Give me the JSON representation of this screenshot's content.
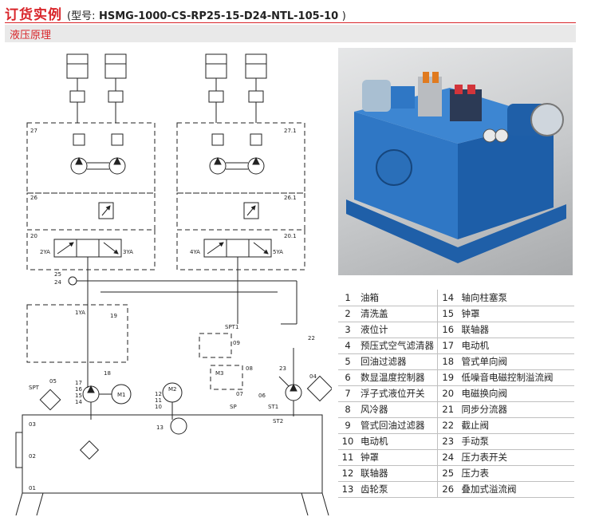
{
  "header": {
    "title": "订货实例",
    "model_prefix": "(型号:",
    "model_code": "HSMG-1000-CS-RP25-15-D24-NTL-105-10",
    "model_suffix": ")"
  },
  "section": {
    "label": "液压原理"
  },
  "diagram": {
    "labels": {
      "c1": "27",
      "c2": "27.1",
      "c3": "26",
      "c4": "26.1",
      "c5": "20",
      "c6": "20.1",
      "c7": "25",
      "c8": "24",
      "c9": "19",
      "c10": "22",
      "c11": "09",
      "c12": "08",
      "c13": "23",
      "c14": "04",
      "c15": "05",
      "c16": "17",
      "c17": "16",
      "c18": "15",
      "c19": "14",
      "c20": "18",
      "c21": "12",
      "c22": "11",
      "c23": "10",
      "c24": "13",
      "c25": "07",
      "c26": "06",
      "c27": "03",
      "c28": "02",
      "c29": "01",
      "ya1": "1YA",
      "ya2": "2YA",
      "ya3": "3YA",
      "ya4": "4YA",
      "ya5": "5YA",
      "m1": "M1",
      "m2": "M2",
      "m3": "M3",
      "spt1": "SPT1",
      "spt": "SPT",
      "sp": "SP",
      "st1": "ST1",
      "st2": "ST2"
    }
  },
  "parts": [
    {
      "no": "1",
      "name": "油箱",
      "no2": "14",
      "name2": "轴向柱塞泵"
    },
    {
      "no": "2",
      "name": "清洗盖",
      "no2": "15",
      "name2": "钟罩"
    },
    {
      "no": "3",
      "name": "液位计",
      "no2": "16",
      "name2": "联轴器"
    },
    {
      "no": "4",
      "name": "预压式空气滤清器",
      "no2": "17",
      "name2": "电动机"
    },
    {
      "no": "5",
      "name": "回油过滤器",
      "no2": "18",
      "name2": "管式单向阀"
    },
    {
      "no": "6",
      "name": "数显温度控制器",
      "no2": "19",
      "name2": "低噪音电磁控制溢流阀"
    },
    {
      "no": "7",
      "name": "浮子式液位开关",
      "no2": "20",
      "name2": "电磁换向阀"
    },
    {
      "no": "8",
      "name": "风冷器",
      "no2": "21",
      "name2": "同步分流器"
    },
    {
      "no": "9",
      "name": "管式回油过滤器",
      "no2": "22",
      "name2": "截止阀"
    },
    {
      "no": "10",
      "name": "电动机",
      "no2": "23",
      "name2": "手动泵"
    },
    {
      "no": "11",
      "name": "钟罩",
      "no2": "24",
      "name2": "压力表开关"
    },
    {
      "no": "12",
      "name": "联轴器",
      "no2": "25",
      "name2": "压力表"
    },
    {
      "no": "13",
      "name": "齿轮泵",
      "no2": "26",
      "name2": "叠加式溢流阀"
    }
  ]
}
